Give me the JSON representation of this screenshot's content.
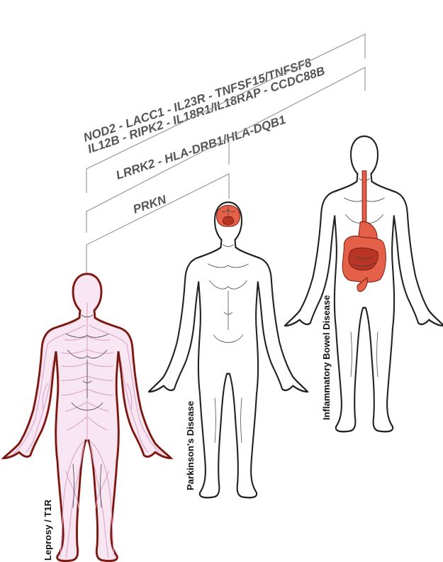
{
  "gene_groups": {
    "ibd_line1": "NOD2 - LACC1 - IL23R - TNFSF15/TNFSF8",
    "ibd_line2": "IL12B - RIPK2 - IL18R1/IL18RAP - CCDC88B",
    "parkinsons_ibd": "LRRK2 - HLA-DRB1/HLA-DQB1",
    "leprosy_parkinsons": "PRKN"
  },
  "diseases": {
    "leprosy": "Leprosy / T1R",
    "parkinsons": "Parkinson's Disease",
    "ibd": "Inflammatory Bowel Disease"
  },
  "colors": {
    "leprosy_fill": "#f8e6f2",
    "leprosy_outline": "#b81d12",
    "nerves": "#d9a6c9",
    "organ": "#e46048",
    "bracket": "#9a9a9a",
    "gene_text": "#555555"
  }
}
